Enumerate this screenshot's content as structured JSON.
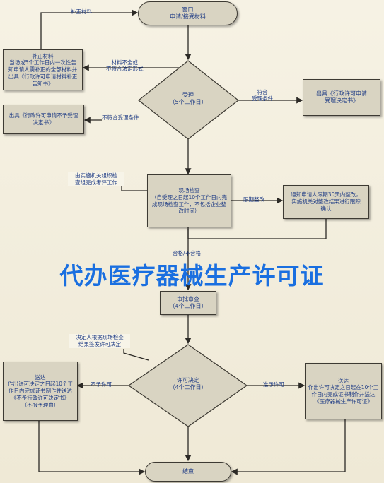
{
  "start": {
    "line1": "窗口",
    "line2": "申请/接受材料"
  },
  "supplement": {
    "line1": "补正材料",
    "line2": "当场或5个工作日内一次性告",
    "line3": "知申请人需补正的全部材料并",
    "line4": "出具《行政许可申请材料补正",
    "line5": "告知书》"
  },
  "supplement_arrow_label": "补正材料",
  "incomplete_label": {
    "line1": "材料不全或",
    "line2": "不符合法定形式"
  },
  "accept": {
    "line1": "受理",
    "line2": "（5个工作日）"
  },
  "accept_yes_label": {
    "line1": "符合",
    "line2": "受理条件"
  },
  "accept_decision": {
    "line1": "出具《行政许可申请",
    "line2": "受理决定书》"
  },
  "reject_box": {
    "line1": "出具《行政许可申请不予受理",
    "line2": "决定书》"
  },
  "reject_label": "不符合受理条件",
  "inspection_note": {
    "line1": "由实施机关组织检",
    "line2": "查组完成考评工作"
  },
  "inspection": {
    "line1": "现场检查",
    "line2": "（自受理之日起10个工作日内完",
    "line3": "成现场检查工作，不包括企业整",
    "line4": "改时间）"
  },
  "rectify_label": "限期整改",
  "rectify": {
    "line1": "通知申请人限期30天内整改，",
    "line2": "实施机关对整改结果进行跟踪",
    "line3": "确认"
  },
  "pass_label": "合格/不合格",
  "watermark": "代办医疗器械生产许可证",
  "review": {
    "line1": "审批审查",
    "line2": "（4个工作日）"
  },
  "decision_note": {
    "line1": "决定人根据现场检查",
    "line2": "结果签发许可决定"
  },
  "decision": {
    "line1": "许可决定",
    "line2": "（4个工作日）"
  },
  "deny_label": "不予许可",
  "grant_label": "准予许可",
  "deny_box": {
    "line1": "送达",
    "line2": "作出许可决定之日起10个工",
    "line3": "作日内完成证书制作并送达",
    "line4": "《不予行政许可决定书》",
    "line5": "（不服予理由）"
  },
  "grant_box": {
    "line1": "送达",
    "line2": "作出许可决定之日起在10个工",
    "line3": "作日内完成证书制作并送达",
    "line4": "《医疗器械生产许可证》"
  },
  "end": {
    "label": "结束"
  },
  "colors": {
    "box_fill": "#d9d4c2",
    "text": "#1f3c85",
    "line": "#2c2a26",
    "watermark": "#1a6fe0",
    "background": "#f3efdf"
  }
}
